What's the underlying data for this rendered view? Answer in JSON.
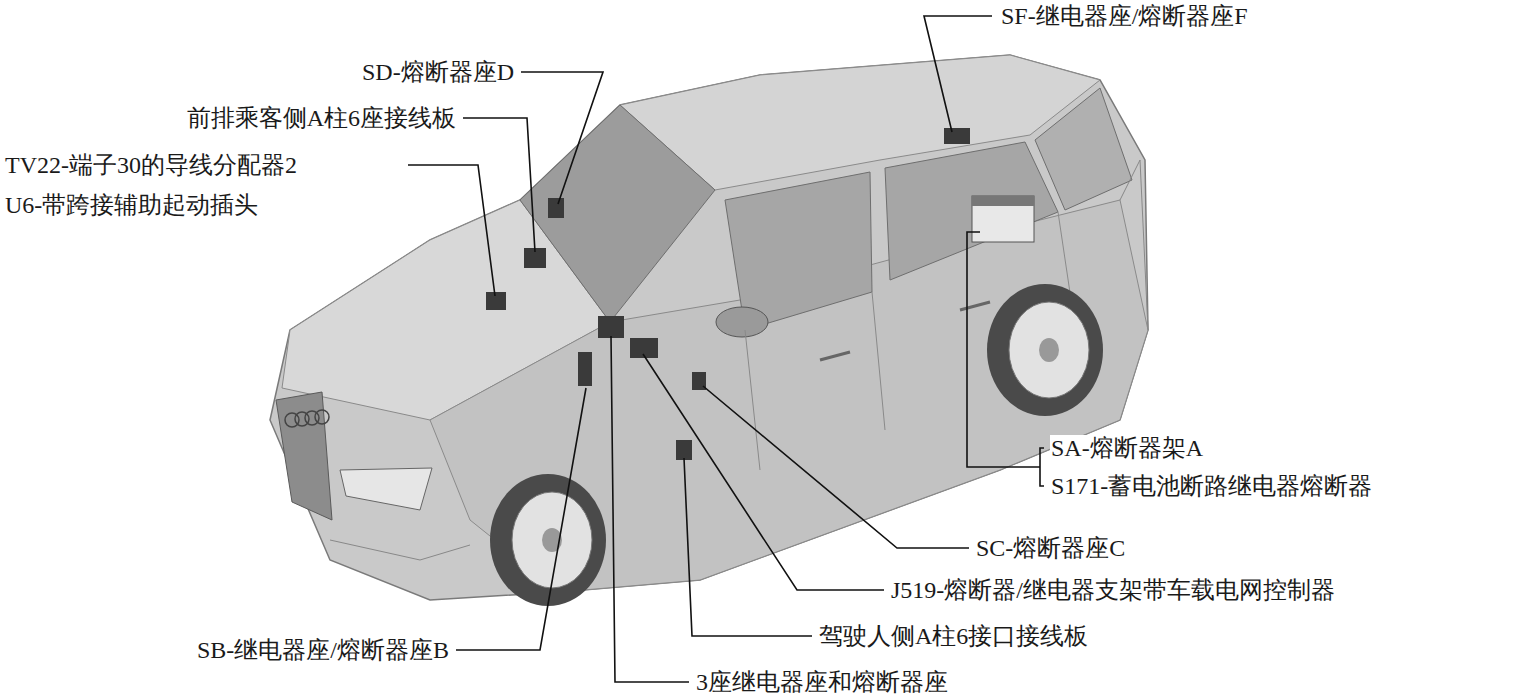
{
  "diagram": {
    "labels": [
      "SF-继电器座/熔断器座F",
      "SD-熔断器座D",
      "前排乘客侧A柱6座接线板",
      "TV22-端子30的导线分配器2",
      "U6-带跨接辅助起动插头",
      "SA-熔断器架A",
      "S171-蓄电池断路继电器熔断器",
      "SC-熔断器座C",
      "J519-熔断器/继电器支架带车载电网控制器",
      "驾驶人侧A柱6接口接线板",
      "SB-继电器座/熔断器座B",
      "3座继电器座和熔断器座"
    ]
  }
}
